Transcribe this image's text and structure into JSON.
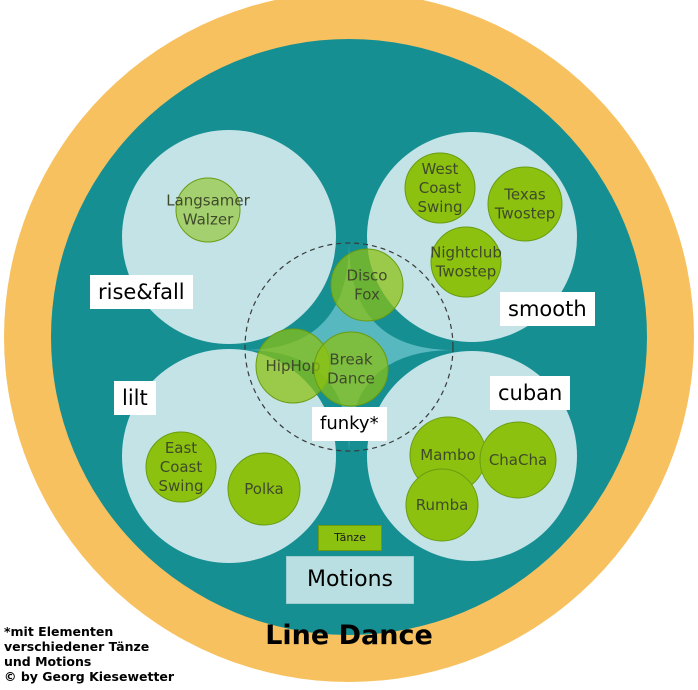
{
  "title": "Line Dance",
  "footnote": "*mit Elementen\nverschiedener Tänze\nund Motions\n© by Georg Kiesewetter",
  "legend": {
    "dance_label": "Tänze",
    "motion_label": "Motions"
  },
  "motions": [
    {
      "id": "rise-fall",
      "label": "rise&fall"
    },
    {
      "id": "smooth",
      "label": "smooth"
    },
    {
      "id": "lilt",
      "label": "lilt"
    },
    {
      "id": "cuban",
      "label": "cuban"
    },
    {
      "id": "funky",
      "label": "funky*"
    }
  ],
  "dances": [
    {
      "id": "langsamer-walzer",
      "lines": [
        "Langsamer",
        "Walzer"
      ],
      "motion": "rise-fall"
    },
    {
      "id": "west-coast-swing",
      "lines": [
        "West",
        "Coast",
        "Swing"
      ],
      "motion": "smooth"
    },
    {
      "id": "texas-twostep",
      "lines": [
        "Texas",
        "Twostep"
      ],
      "motion": "smooth"
    },
    {
      "id": "nightclub-twostep",
      "lines": [
        "Nightclub",
        "Twostep"
      ],
      "motion": "smooth"
    },
    {
      "id": "disco-fox",
      "lines": [
        "Disco",
        "Fox"
      ],
      "motion": "funky"
    },
    {
      "id": "hiphop",
      "lines": [
        "HipHop"
      ],
      "motion": "funky"
    },
    {
      "id": "break-dance",
      "lines": [
        "Break",
        "Dance"
      ],
      "motion": "funky"
    },
    {
      "id": "east-coast-swing",
      "lines": [
        "East",
        "Coast",
        "Swing"
      ],
      "motion": "lilt"
    },
    {
      "id": "polka",
      "lines": [
        "Polka"
      ],
      "motion": "lilt"
    },
    {
      "id": "mambo",
      "lines": [
        "Mambo"
      ],
      "motion": "cuban"
    },
    {
      "id": "chacha",
      "lines": [
        "ChaCha"
      ],
      "motion": "cuban"
    },
    {
      "id": "rumba",
      "lines": [
        "Rumba"
      ],
      "motion": "cuban"
    }
  ],
  "colors": {
    "outer_ring": "#f7c15f",
    "inner_field": "#168f93",
    "motion_circle": "#c3e3e6",
    "funky_area": "#57b8bf",
    "dance_fill": "#8cc10f",
    "dance_stroke": "#6a9c10"
  }
}
